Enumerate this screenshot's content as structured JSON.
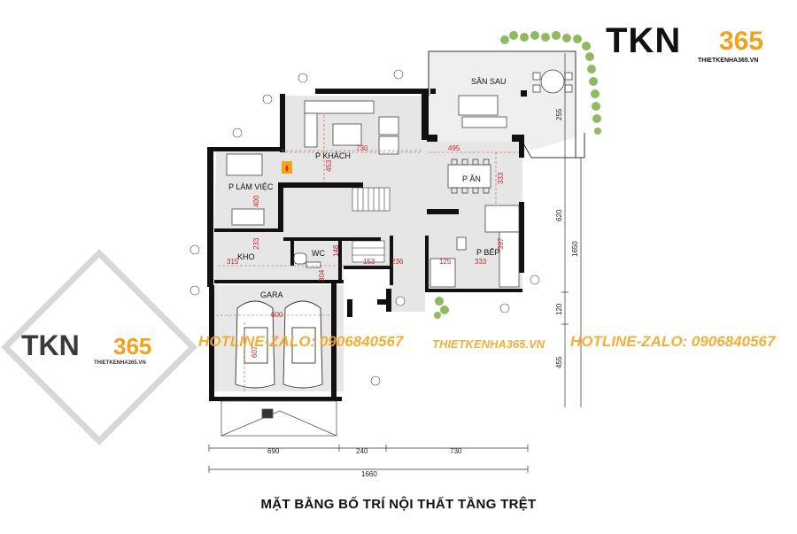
{
  "brand": {
    "logo_main": "TKN",
    "logo_num": "365",
    "logo_site": "THIETKENHA365.VN",
    "orange": "#f0a21b"
  },
  "watermark": {
    "hotline1": "HOTLINE-ZALO: 0906840567",
    "site": "THIETKENHA365.VN",
    "hotline2": "HOTLINE-ZALO: 0906840567"
  },
  "rooms": {
    "san_sau": "SÂN SAU",
    "p_khach": "P KHÁCH",
    "p_an": "P ĂN",
    "p_lam_viec": "P LÀM VIỆC",
    "kho": "KHO",
    "wc": "WC",
    "p_bep": "P BẾP",
    "gara": "GARA"
  },
  "dims_red": {
    "d730": "730",
    "d495": "495",
    "d453": "453",
    "d333a": "333",
    "d400": "400",
    "d233": "233",
    "d315": "315",
    "d148": "148",
    "d304": "304",
    "d153": "153",
    "d236": "236",
    "d125": "125",
    "d333b": "333",
    "d397": "397",
    "d600": "600",
    "d607": "607"
  },
  "dims_black": {
    "b690": "690",
    "b240": "240",
    "b730": "730",
    "b1660": "1660",
    "b255": "255",
    "b620": "620",
    "b1650": "1650",
    "b120": "120",
    "b455": "455"
  },
  "caption": "MẶT BẰNG BỐ TRÍ NỘI THẤT TẦNG TRỆT"
}
